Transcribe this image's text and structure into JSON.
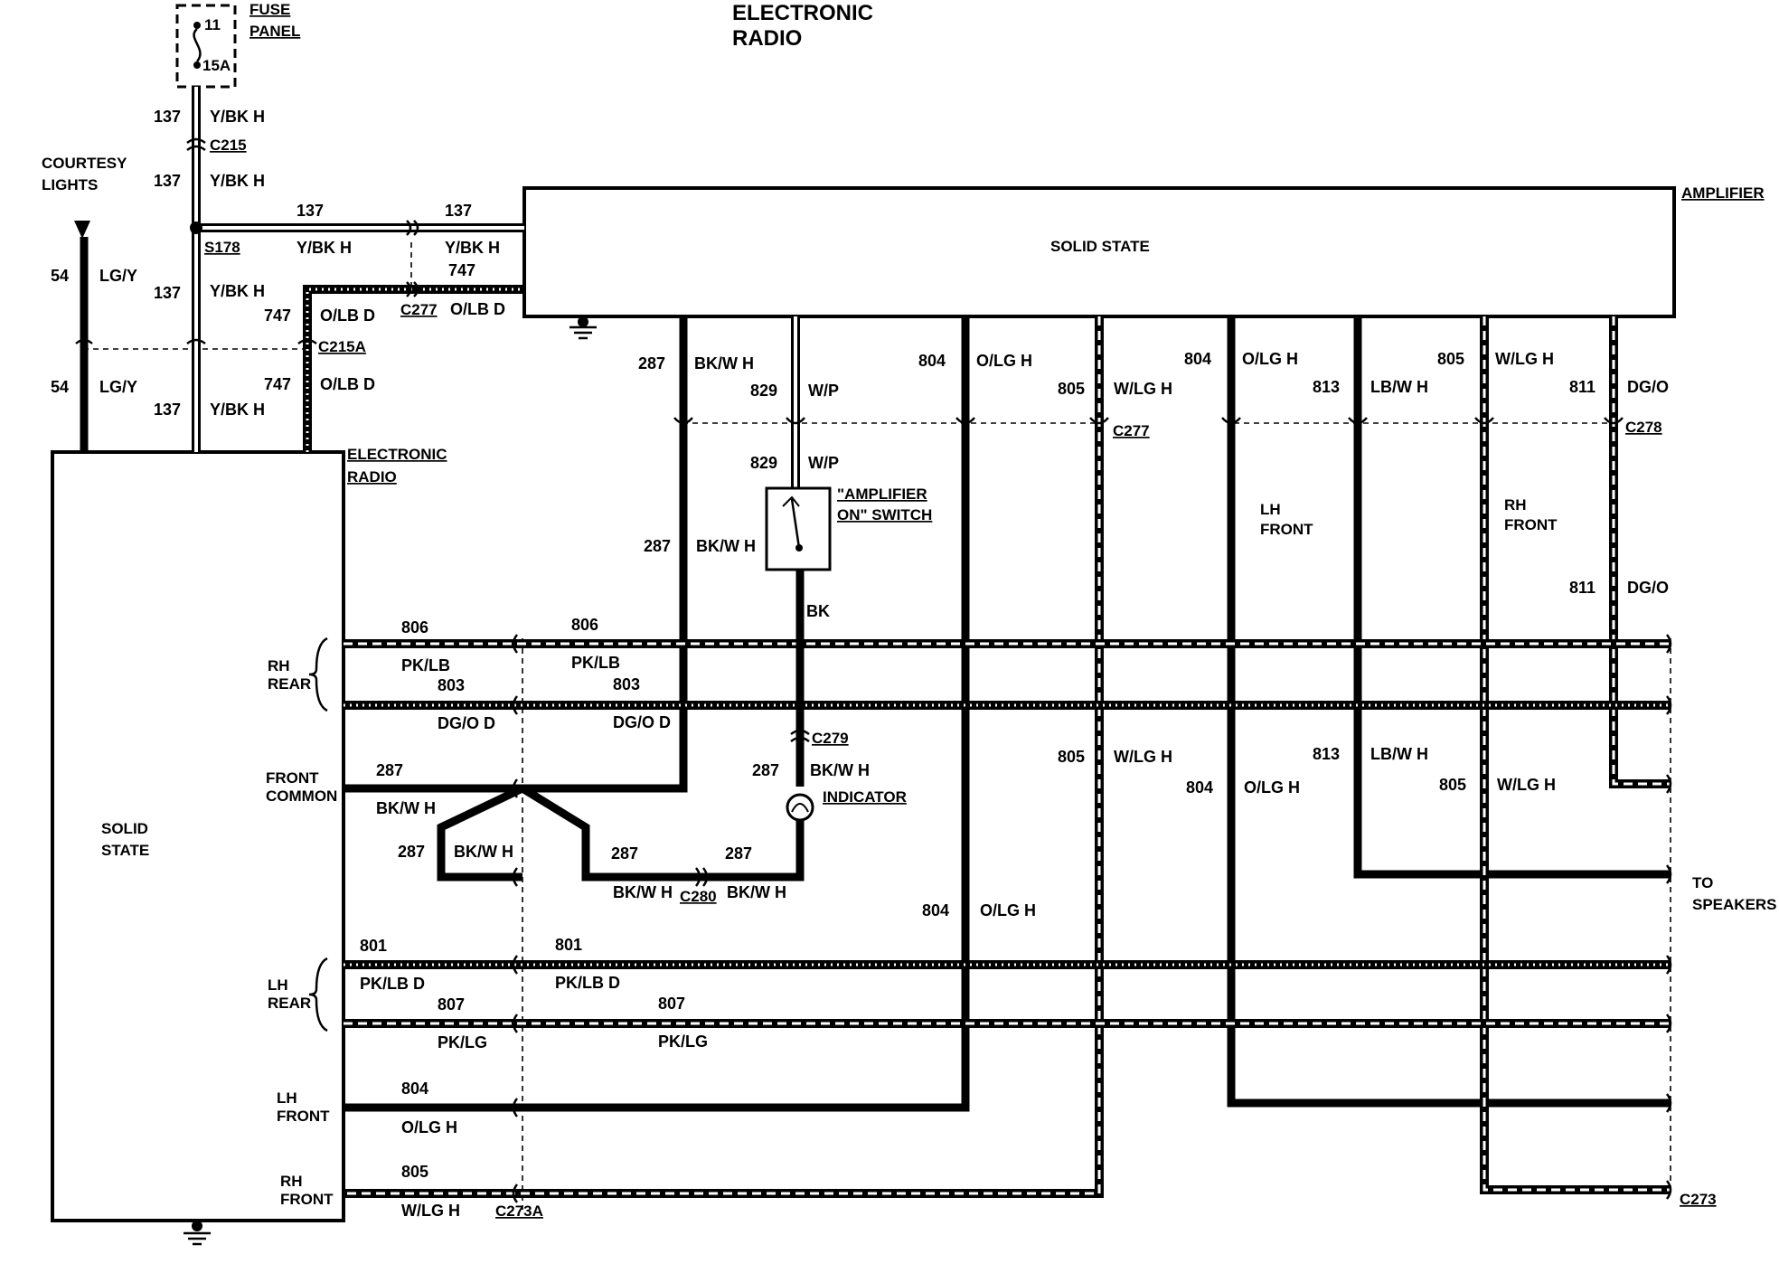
{
  "title": {
    "line1": "ELECTRONIC",
    "line2": "RADIO"
  },
  "fuse": {
    "label_line1": "FUSE",
    "label_line2": "PANEL",
    "number": "11",
    "rating": "15A"
  },
  "courtesy": {
    "line1": "COURTESY",
    "line2": "LIGHTS"
  },
  "amplifier": {
    "label": "AMPLIFIER",
    "inner": "SOLID STATE"
  },
  "radio": {
    "label_line1": "ELECTRONIC",
    "label_line2": "RADIO",
    "inner_line1": "SOLID",
    "inner_line2": "STATE"
  },
  "connectors": {
    "c215": "C215",
    "s178": "S178",
    "c277": "C277",
    "c215a": "C215A",
    "c278": "C278",
    "c279": "C279",
    "c280": "C280",
    "c273a": "C273A",
    "c273": "C273"
  },
  "switch": {
    "line1": "\"AMPLIFIER",
    "line2": "ON\" SWITCH"
  },
  "indicator": "INDICATOR",
  "to_speakers": {
    "line1": "TO",
    "line2": "SPEAKERS"
  },
  "radio_groups": {
    "rh_rear_1": "RH",
    "rh_rear_2": "REAR",
    "front_common_1": "FRONT",
    "front_common_2": "COMMON",
    "lh_rear_1": "LH",
    "lh_rear_2": "REAR",
    "lh_front_1": "LH",
    "lh_front_2": "FRONT",
    "rh_front_1": "RH",
    "rh_front_2": "FRONT"
  },
  "speaker_groups": {
    "lh_front_1": "LH",
    "lh_front_2": "FRONT",
    "rh_front_1": "RH",
    "rh_front_2": "FRONT"
  },
  "circuits": {
    "c137": "137",
    "ybkh": "Y/BK H",
    "c54": "54",
    "lgy": "LG/Y",
    "c747": "747",
    "olbd": "O/LB D",
    "c287": "287",
    "bkwh": "BK/W H",
    "c829": "829",
    "wp": "W/P",
    "c804": "804",
    "olgh": "O/LG H",
    "c805": "805",
    "wlgh": "W/LG H",
    "c813": "813",
    "lbwh": "LB/W H",
    "c811": "811",
    "dgo": "DG/O",
    "bk": "BK",
    "c806": "806",
    "pklb": "PK/LB",
    "c803": "803",
    "dgod": "DG/O  D",
    "c801": "801",
    "pklbd": "PK/LB  D",
    "c807": "807",
    "pklg": "PK/LG"
  }
}
